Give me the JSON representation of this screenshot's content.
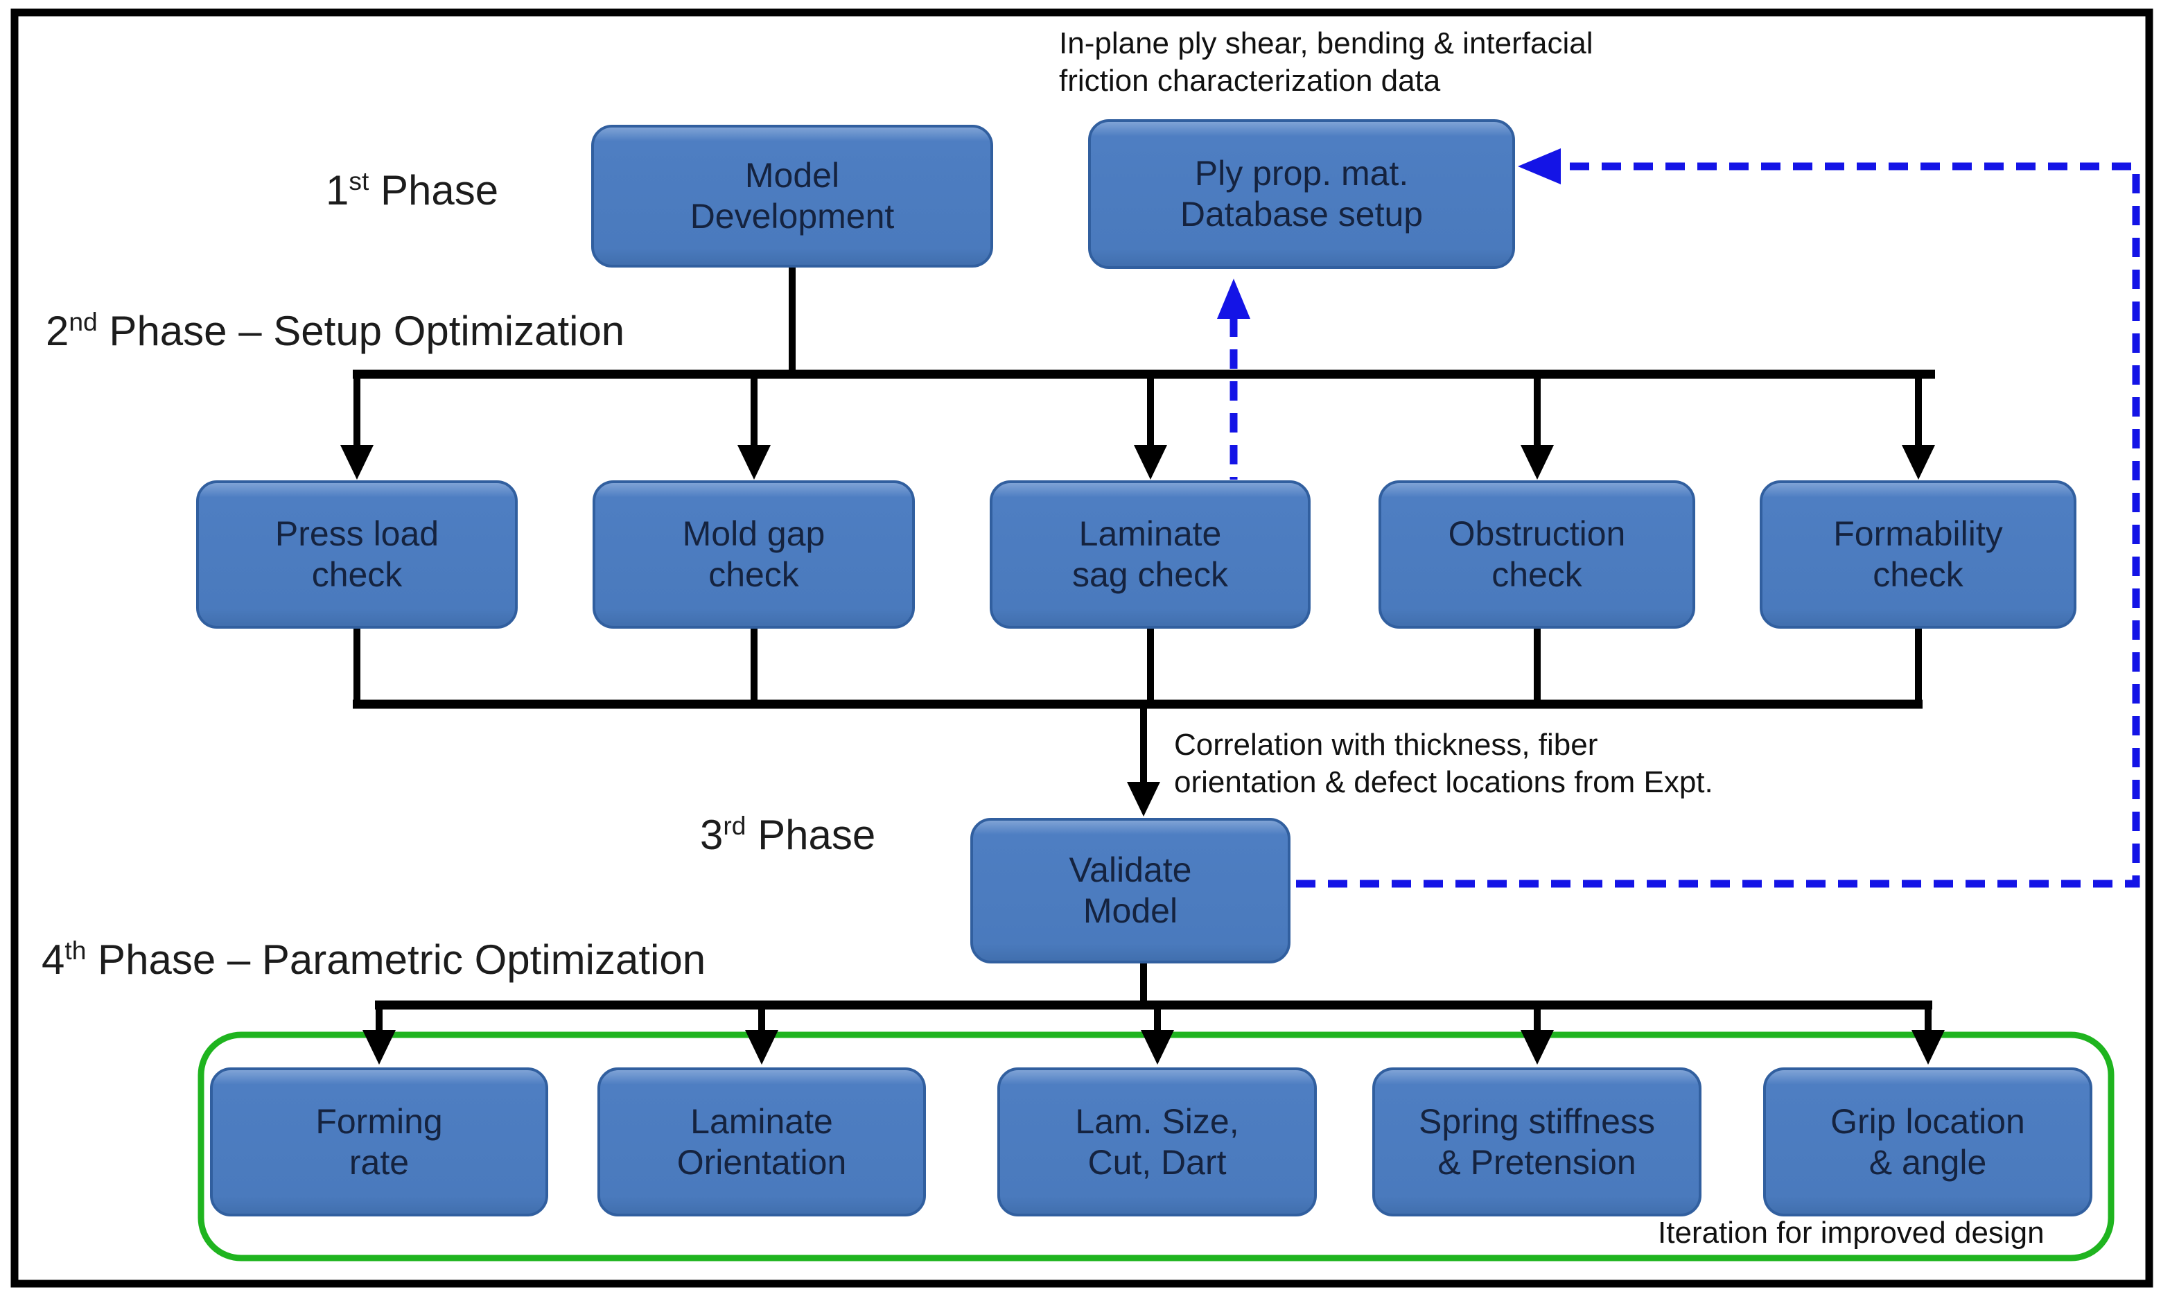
{
  "colors": {
    "box_fill": "#4a7abd",
    "box_border": "#315f9f",
    "box_text": "#15233f",
    "connector_black": "#000000",
    "feedback_blue": "#1414e6",
    "green_frame": "#1fb41f",
    "outer_border": "#000000"
  },
  "phases": {
    "phase1": {
      "num": "1",
      "sup": "st",
      "rest": " Phase"
    },
    "phase2": {
      "num": "2",
      "sup": "nd",
      "rest": " Phase – Setup Optimization"
    },
    "phase3": {
      "num": "3",
      "sup": "rd",
      "rest": " Phase"
    },
    "phase4": {
      "num": "4",
      "sup": "th",
      "rest": " Phase – Parametric Optimization"
    }
  },
  "annotations": {
    "ply_data": {
      "line1": "In-plane ply shear, bending & interfacial",
      "line2": "friction characterization data"
    },
    "correlation": {
      "line1": "Correlation with thickness, fiber",
      "line2": "orientation & defect locations from Expt."
    },
    "iteration": "Iteration for improved design"
  },
  "boxes": {
    "model_dev": {
      "line1": "Model",
      "line2": "Development"
    },
    "ply_prop": {
      "line1": "Ply prop. mat.",
      "line2": "Database setup"
    },
    "press_load": {
      "line1": "Press load",
      "line2": "check"
    },
    "mold_gap": {
      "line1": "Mold gap",
      "line2": "check"
    },
    "laminate_sag": {
      "line1": "Laminate",
      "line2": "sag check"
    },
    "obstruction": {
      "line1": "Obstruction",
      "line2": "check"
    },
    "formability": {
      "line1": "Formability",
      "line2": "check"
    },
    "validate": {
      "line1": "Validate",
      "line2": "Model"
    },
    "forming_rate": {
      "line1": "Forming",
      "line2": "rate"
    },
    "laminate_orientation": {
      "line1": "Laminate",
      "line2": "Orientation"
    },
    "lam_size": {
      "line1": "Lam. Size,",
      "line2": "Cut, Dart"
    },
    "spring": {
      "line1": "Spring stiffness",
      "line2": "& Pretension"
    },
    "grip": {
      "line1": "Grip location",
      "line2": "& angle"
    }
  }
}
